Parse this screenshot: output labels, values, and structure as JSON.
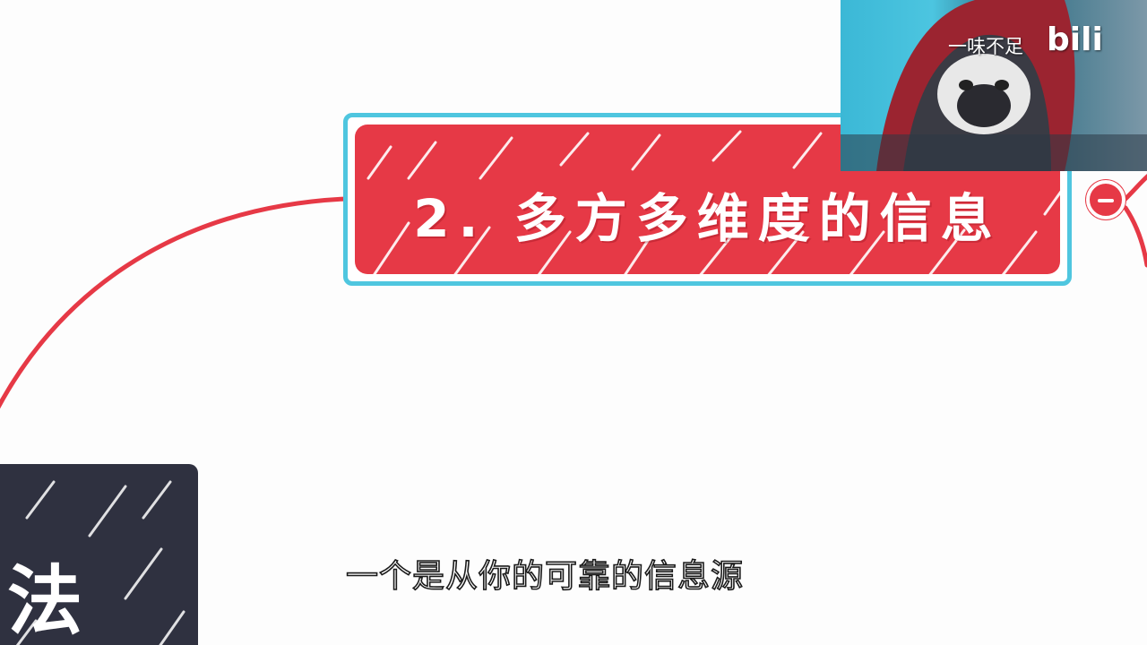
{
  "mindmap": {
    "topic_title": "2. 多方多维度的信息",
    "left_node_label": "法"
  },
  "webcam": {
    "caption": "一味不足",
    "logo_text": "bili"
  },
  "subtitle": {
    "text": "一个是从你的可靠的信息源"
  },
  "colors": {
    "topic_fill": "#e63946",
    "topic_border": "#4fc6df",
    "connector": "#e63946",
    "left_node_fill": "#2f3140"
  },
  "icons": {
    "collapse_toggle": "minus-circle-icon",
    "hatch": "sketch-hatch-pattern"
  }
}
